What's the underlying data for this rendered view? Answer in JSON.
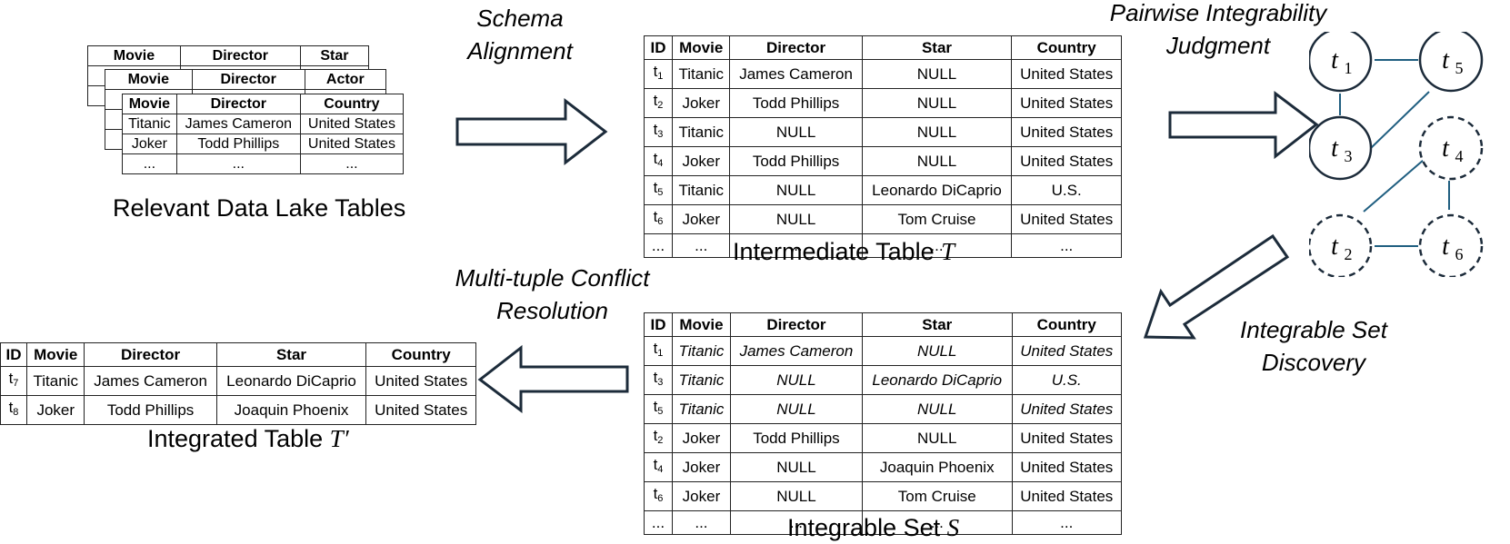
{
  "source_tables": {
    "t1_headers": [
      "Movie",
      "Director",
      "Star"
    ],
    "t2_headers": [
      "Movie",
      "Director",
      "Actor"
    ],
    "t3_headers": [
      "Movie",
      "Director",
      "Country"
    ],
    "t3_rows": [
      [
        "Titanic",
        "James Cameron",
        "United States"
      ],
      [
        "Joker",
        "Todd Phillips",
        "United States"
      ],
      [
        "...",
        "...",
        "..."
      ]
    ],
    "caption": "Relevant Data Lake Tables"
  },
  "steps": {
    "schema_alignment": [
      "Schema",
      "Alignment"
    ],
    "pairwise": [
      "Pairwise Integrability",
      "Judgment"
    ],
    "integrable_set_discovery": [
      "Integrable Set",
      "Discovery"
    ],
    "conflict_resolution": [
      "Multi-tuple Conflict",
      "Resolution"
    ]
  },
  "intermediate": {
    "caption_text": "Intermediate Table",
    "caption_symbol": "T",
    "headers": [
      "ID",
      "Movie",
      "Director",
      "Star",
      "Country"
    ],
    "rows": [
      {
        "id": "t",
        "sub": "1",
        "cells": [
          "Titanic",
          "James Cameron",
          "NULL",
          "United States"
        ]
      },
      {
        "id": "t",
        "sub": "2",
        "cells": [
          "Joker",
          "Todd Phillips",
          "NULL",
          "United States"
        ]
      },
      {
        "id": "t",
        "sub": "3",
        "cells": [
          "Titanic",
          "NULL",
          "NULL",
          "United States"
        ]
      },
      {
        "id": "t",
        "sub": "4",
        "cells": [
          "Joker",
          "Todd Phillips",
          "NULL",
          "United States"
        ]
      },
      {
        "id": "t",
        "sub": "5",
        "cells": [
          "Titanic",
          "NULL",
          "Leonardo DiCaprio",
          "U.S."
        ]
      },
      {
        "id": "t",
        "sub": "6",
        "cells": [
          "Joker",
          "NULL",
          "Tom Cruise",
          "United States"
        ]
      },
      {
        "id": "...",
        "sub": "",
        "cells": [
          "...",
          "...",
          "...",
          "..."
        ]
      }
    ]
  },
  "graph": {
    "nodes": [
      {
        "label": "t",
        "sub": "1",
        "dashed": false
      },
      {
        "label": "t",
        "sub": "5",
        "dashed": false
      },
      {
        "label": "t",
        "sub": "3",
        "dashed": false
      },
      {
        "label": "t",
        "sub": "4",
        "dashed": true
      },
      {
        "label": "t",
        "sub": "2",
        "dashed": true
      },
      {
        "label": "t",
        "sub": "6",
        "dashed": true
      }
    ],
    "edge_color": "#1f5e80",
    "node_stroke": "#1c2b3a"
  },
  "integrable_set": {
    "caption_text": "Integrable Set",
    "caption_symbol": "S",
    "headers": [
      "ID",
      "Movie",
      "Director",
      "Star",
      "Country"
    ],
    "rows": [
      {
        "id": "t",
        "sub": "1",
        "italic": true,
        "cells": [
          "Titanic",
          "James Cameron",
          "NULL",
          "United States"
        ]
      },
      {
        "id": "t",
        "sub": "3",
        "italic": true,
        "cells": [
          "Titanic",
          "NULL",
          "Leonardo DiCaprio",
          "U.S."
        ]
      },
      {
        "id": "t",
        "sub": "5",
        "italic": true,
        "cells": [
          "Titanic",
          "NULL",
          "NULL",
          "United States"
        ]
      },
      {
        "id": "t",
        "sub": "2",
        "italic": false,
        "cells": [
          "Joker",
          "Todd Phillips",
          "NULL",
          "United States"
        ]
      },
      {
        "id": "t",
        "sub": "4",
        "italic": false,
        "cells": [
          "Joker",
          "NULL",
          "Joaquin Phoenix",
          "United States"
        ]
      },
      {
        "id": "t",
        "sub": "6",
        "italic": false,
        "cells": [
          "Joker",
          "NULL",
          "Tom Cruise",
          "United States"
        ]
      },
      {
        "id": "...",
        "sub": "",
        "italic": false,
        "cells": [
          "...",
          "...",
          "...",
          "..."
        ]
      }
    ]
  },
  "integrated": {
    "caption_text": "Integrated Table",
    "caption_symbol": "T′",
    "headers": [
      "ID",
      "Movie",
      "Director",
      "Star",
      "Country"
    ],
    "rows": [
      {
        "id": "t",
        "sub": "7",
        "cells": [
          "Titanic",
          "James Cameron",
          "Leonardo DiCaprio",
          "United States"
        ]
      },
      {
        "id": "t",
        "sub": "8",
        "cells": [
          "Joker",
          "Todd Phillips",
          "Joaquin Phoenix",
          "United States"
        ]
      }
    ]
  },
  "colors": {
    "arrow_fill": "#ffffff",
    "arrow_stroke": "#1c2b3a"
  }
}
